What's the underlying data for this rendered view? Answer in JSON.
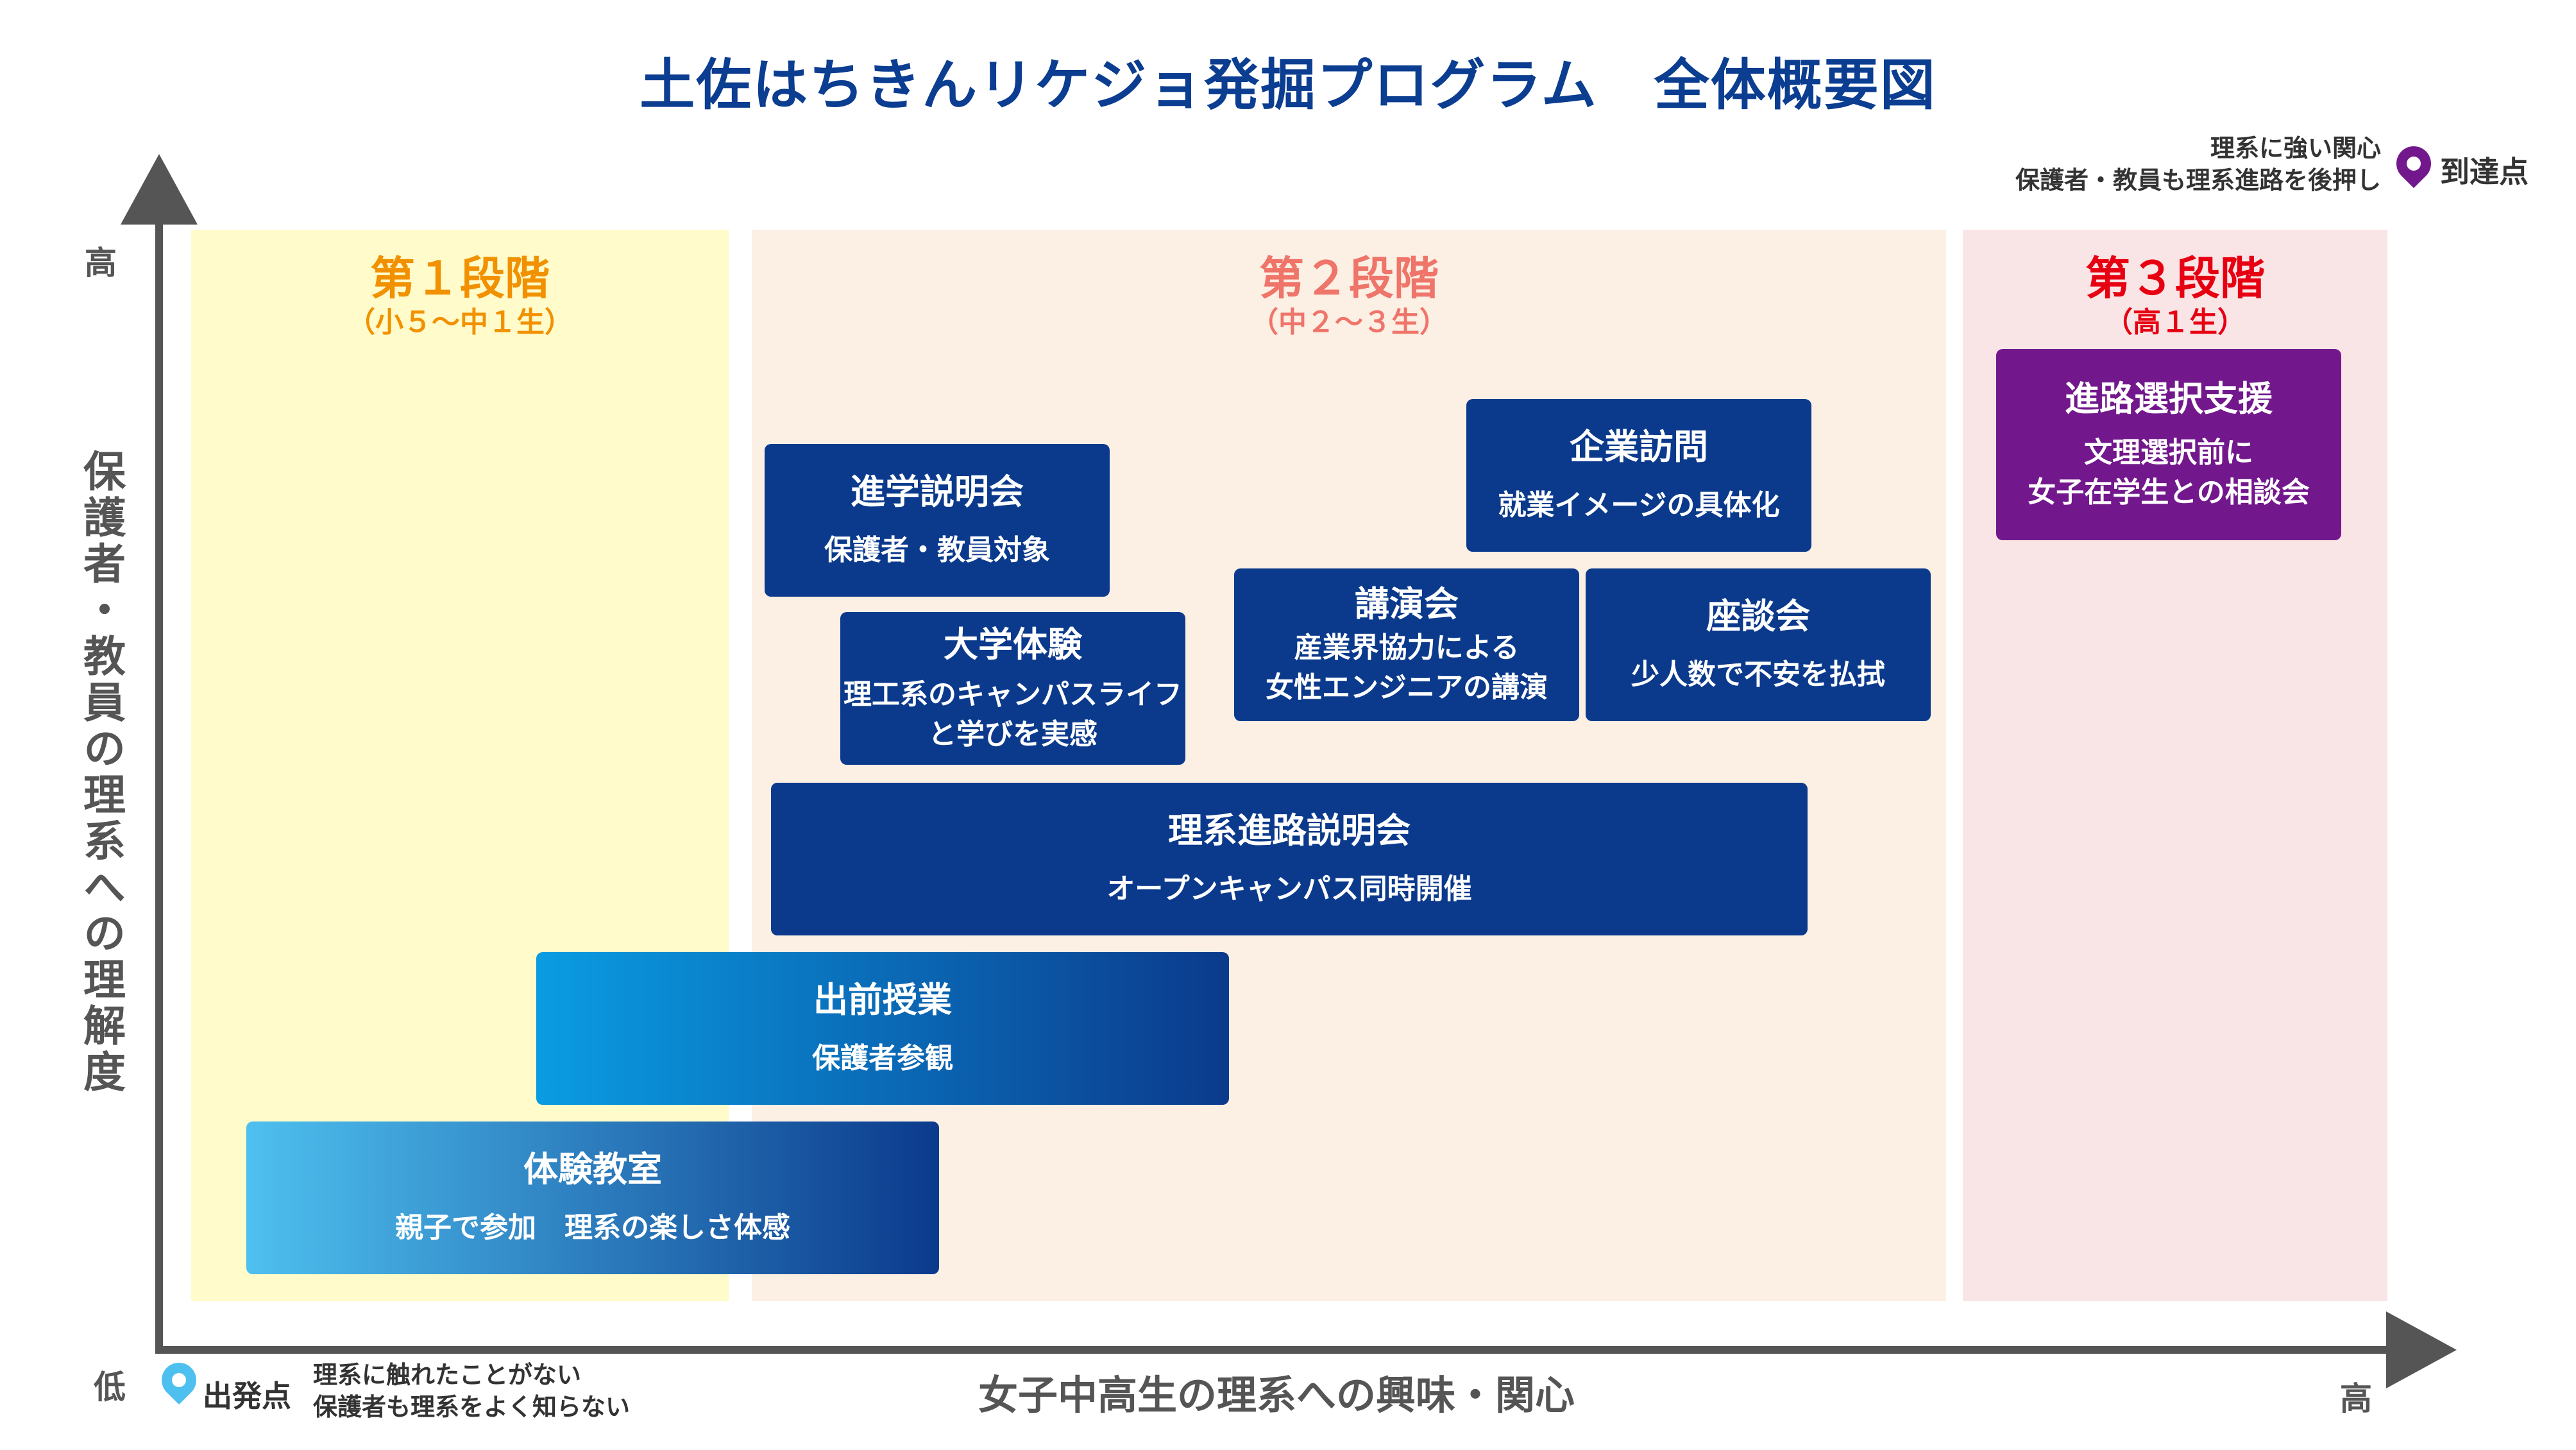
{
  "title": "土佐はちきんリケジョ発掘プログラム　全体概要図",
  "stages": [
    {
      "title": "第１段階",
      "subtitle": "（小５〜中１生）"
    },
    {
      "title": "第２段階",
      "subtitle": "（中２〜３生）"
    },
    {
      "title": "第３段階",
      "subtitle": "（高１生）"
    }
  ],
  "boxes": {
    "shingaku": {
      "title": "進学説明会",
      "text": "保護者・教員対象"
    },
    "kigyo": {
      "title": "企業訪問",
      "text": "就業イメージの具体化"
    },
    "daigaku": {
      "title": "大学体験",
      "text": "理工系のキャンパスライフ\nと学びを実感"
    },
    "koenkai": {
      "title": "講演会",
      "text": "産業界協力による\n女性エンジニアの講演"
    },
    "zadankai": {
      "title": "座談会",
      "text": "少人数で不安を払拭"
    },
    "rikei": {
      "title": "理系進路説明会",
      "text": "オープンキャンパス同時開催"
    },
    "demae": {
      "title": "出前授業",
      "text": "保護者参観"
    },
    "taiken": {
      "title": "体験教室",
      "text": "親子で参加　理系の楽しさ体感"
    },
    "shinro": {
      "title": "進路選択支援",
      "text": "文理選択前に\n女子在学生との相談会"
    }
  },
  "axes": {
    "y_title": "保護者・教員の理系への理解度",
    "x_title": "女子中高生の理系への興味・関心",
    "y_high": "高",
    "low": "低",
    "x_high": "高"
  },
  "start": {
    "label": "出発点",
    "desc": "理系に触れたことがない\n保護者も理系をよく知らない"
  },
  "goal": {
    "label": "到達点",
    "desc": "理系に強い関心\n保護者・教員も理系進路を後押し"
  },
  "colors": {
    "navy": "#0b3a8c",
    "purple": "#72188c",
    "stage1": "#f29100",
    "stage2": "#ef7469",
    "stage3": "#e60012"
  }
}
